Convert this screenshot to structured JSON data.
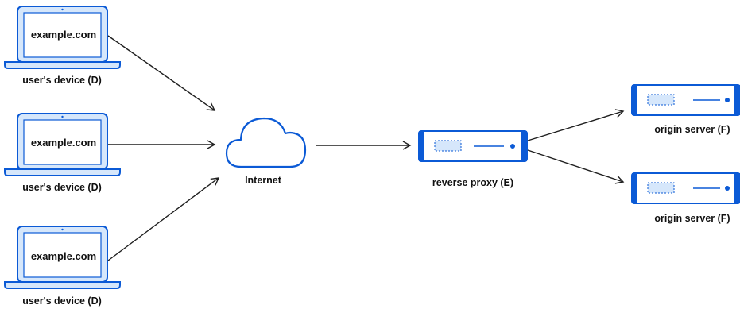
{
  "colors": {
    "outline": "#0b5ad6",
    "fill": "#d6e7fb",
    "arrow": "#1f1f1f",
    "text": "#111111"
  },
  "devices": [
    {
      "screen_text": "example.com",
      "label": "user's device (D)"
    },
    {
      "screen_text": "example.com",
      "label": "user's device (D)"
    },
    {
      "screen_text": "example.com",
      "label": "user's device (D)"
    }
  ],
  "internet": {
    "label": "Internet",
    "icon": "cloud-icon"
  },
  "reverse_proxy": {
    "label": "reverse proxy (E)",
    "icon": "server-icon"
  },
  "origin_servers": [
    {
      "label": "origin server (F)",
      "icon": "server-icon"
    },
    {
      "label": "origin server (F)",
      "icon": "server-icon"
    }
  ]
}
